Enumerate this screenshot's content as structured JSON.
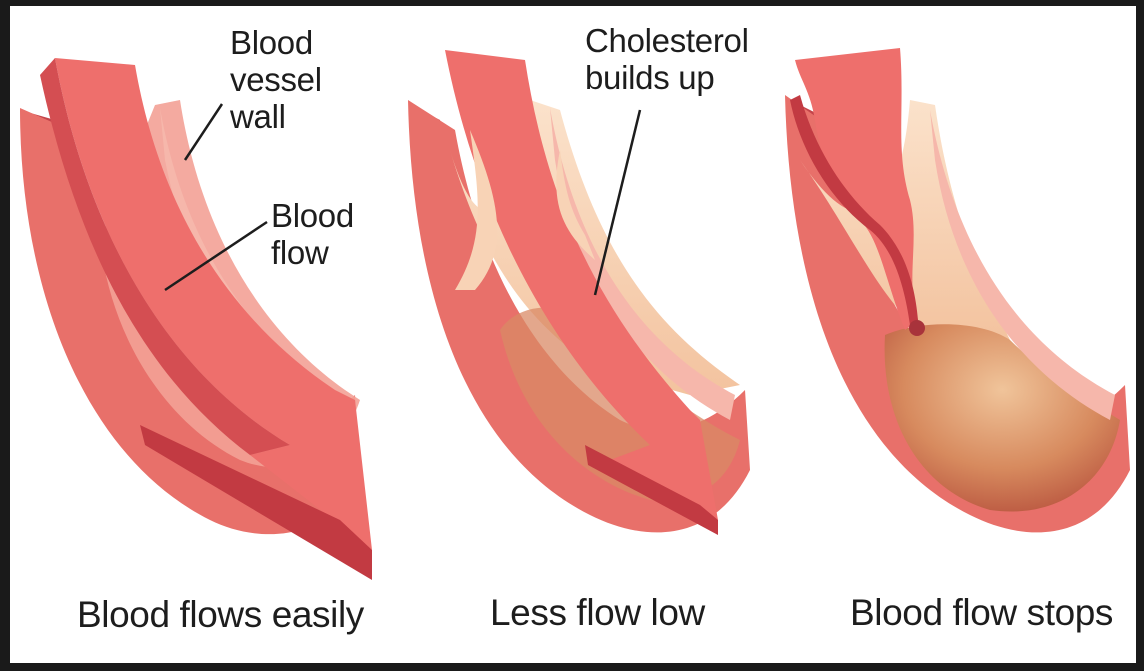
{
  "panels": [
    {
      "id": "normal",
      "caption": "Blood flows easily"
    },
    {
      "id": "narrowed",
      "caption": "Less flow low"
    },
    {
      "id": "blocked",
      "caption": "Blood flow stops"
    }
  ],
  "labels": {
    "vessel_wall": "Blood\nvessel\nwall",
    "blood_flow": "Blood\nflow",
    "cholesterol": "Cholesterol\nbuilds up"
  },
  "colors": {
    "vessel_outer": "#e8706a",
    "vessel_rim": "#f6b0a6",
    "vessel_inner_dark": "#b8343a",
    "arrow": "#ee6f6c",
    "arrow_dark": "#c23a42",
    "plaque": "#f8d3b6",
    "clot": "#cc7a52"
  }
}
